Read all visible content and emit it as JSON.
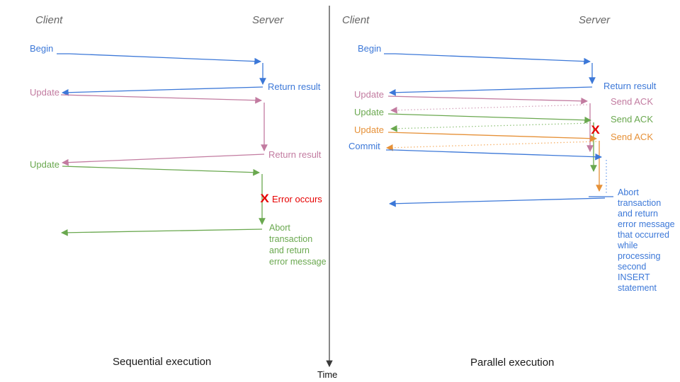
{
  "left": {
    "title": "Sequential execution",
    "client_label": "Client",
    "server_label": "Server",
    "messages": {
      "begin": "Begin",
      "return_result_1": "Return result",
      "update_1": "Update",
      "return_result_2": "Return result",
      "update_2": "Update",
      "error": "Error occurs",
      "abort": "Abort\ntransaction\nand return\nerror message"
    }
  },
  "right": {
    "title": "Parallel execution",
    "client_label": "Client",
    "server_label": "Server",
    "messages": {
      "begin": "Begin",
      "return_result": "Return result",
      "update_1": "Update",
      "send_ack_1": "Send ACK",
      "update_2": "Update",
      "send_ack_2": "Send ACK",
      "update_3": "Update",
      "send_ack_3": "Send ACK",
      "commit": "Commit",
      "abort": "Abort\ntransaction\nand return\nerror message\nthat occurred\nwhile\nprocessing\nsecond\nINSERT\nstatement"
    }
  },
  "time_label": "Time",
  "icons": {
    "error_x": "X"
  },
  "colors": {
    "blue": "#3c78d8",
    "blue_light": "#6d9eeb",
    "pink": "#c27ba0",
    "pink_light": "#d5a6bd",
    "green": "#6aa84f",
    "green_light": "#93c47d",
    "orange": "#e69138",
    "orange_light": "#f6b26b",
    "red": "#e60000",
    "header_gray": "#666666",
    "axis_gray": "#3a3a3a"
  }
}
